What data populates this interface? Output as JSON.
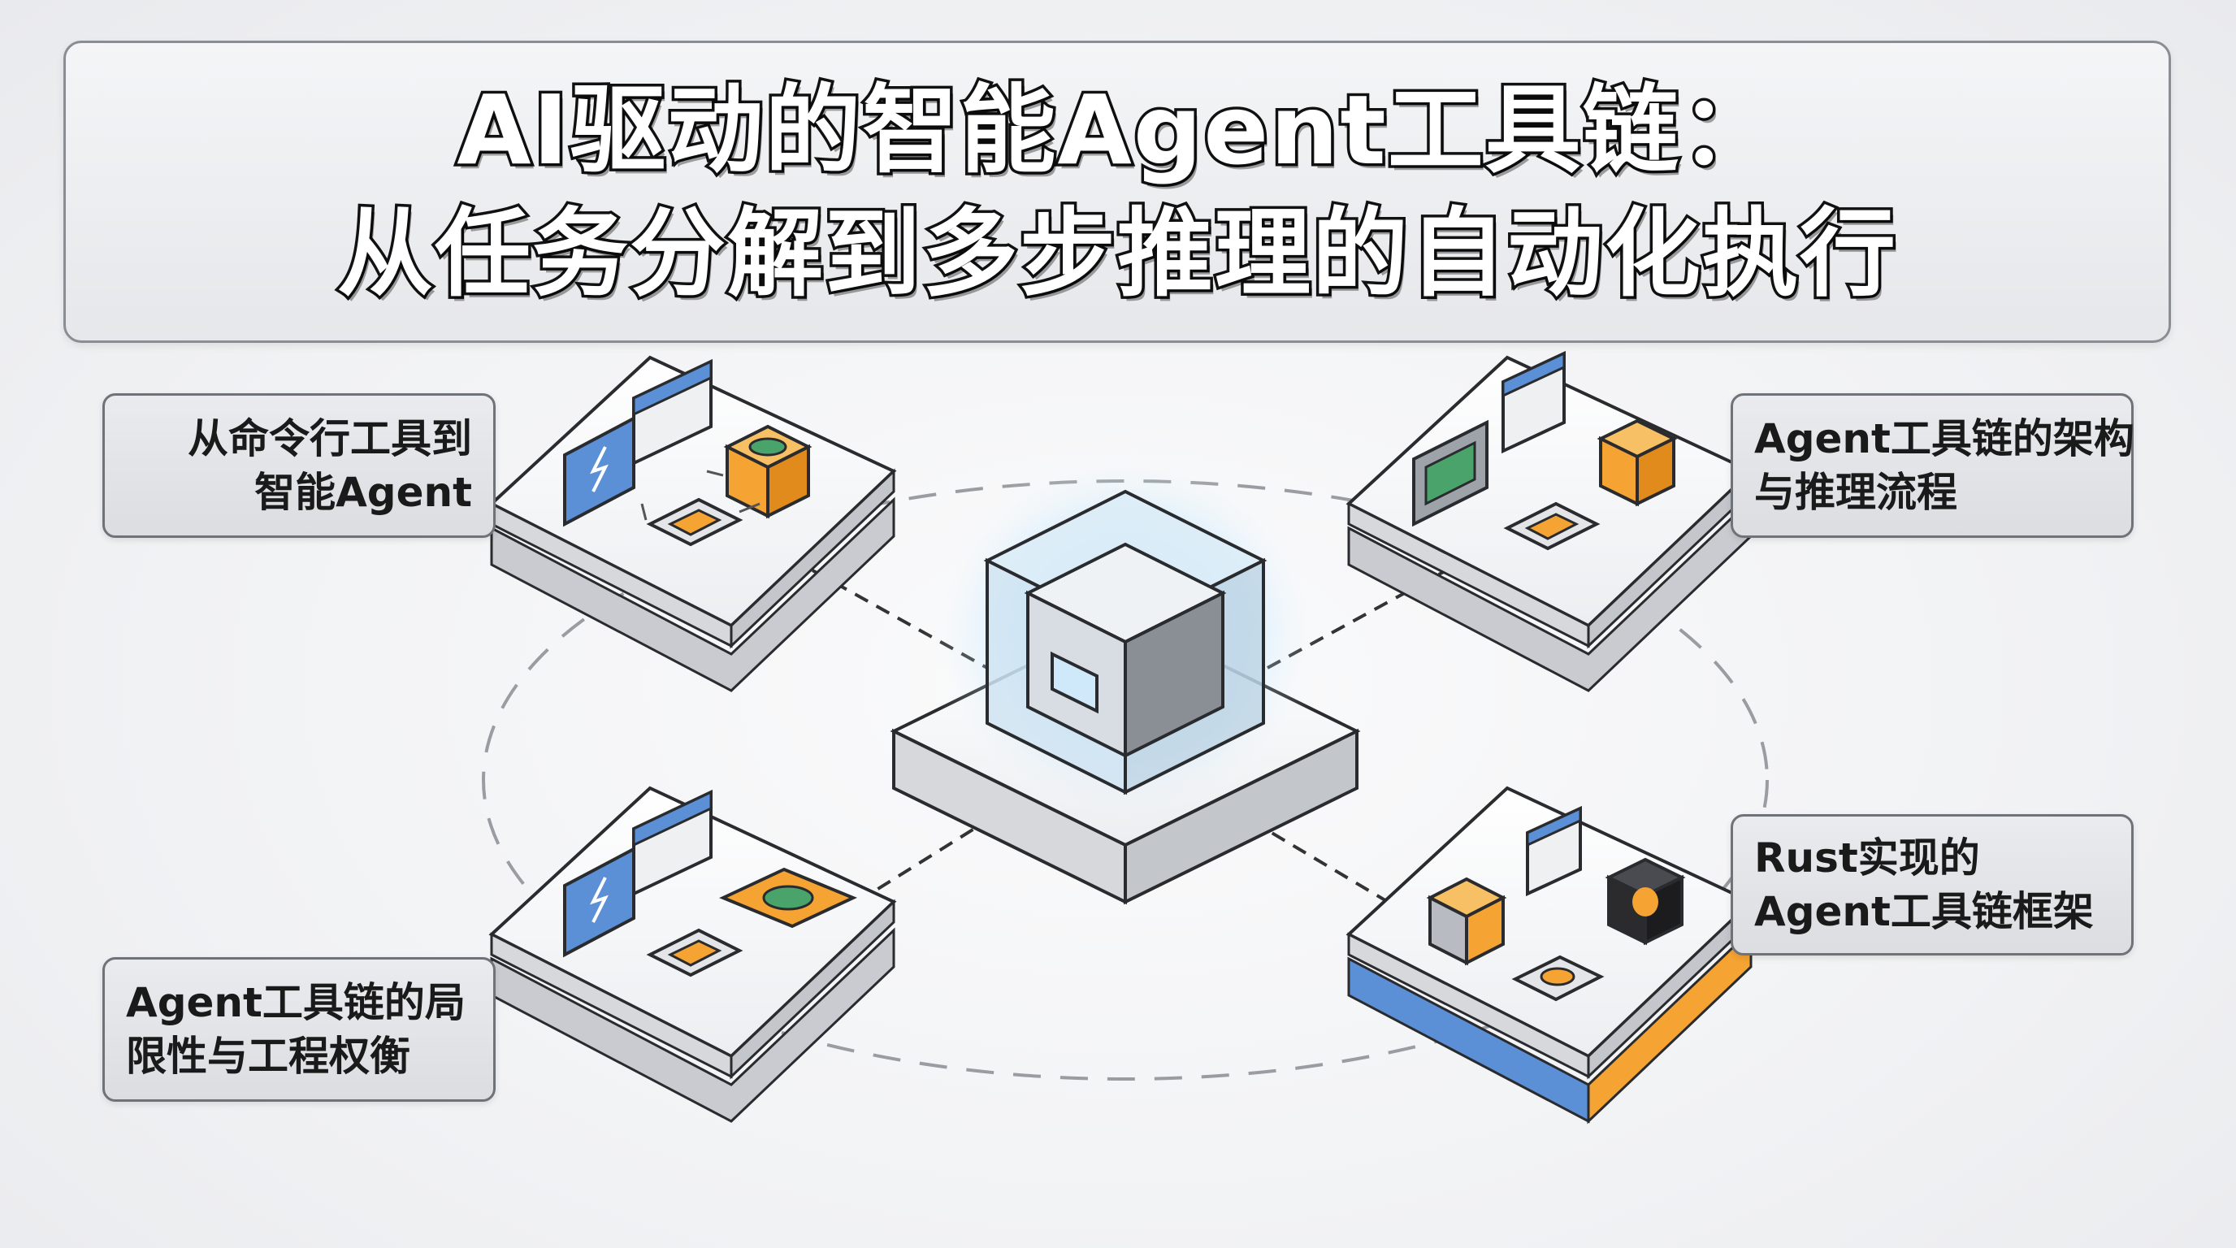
{
  "title": {
    "line1": "AI驱动的智能Agent工具链：",
    "line2": "从任务分解到多步推理的自动化执行"
  },
  "modules": [
    {
      "id": "top-left",
      "lines": [
        "从命令行工具到",
        "智能Agent"
      ]
    },
    {
      "id": "top-right",
      "lines": [
        "Agent工具链的架构",
        "与推理流程"
      ]
    },
    {
      "id": "bottom-left",
      "lines": [
        "Agent工具链的局",
        "限性与工程权衡"
      ]
    },
    {
      "id": "bottom-right",
      "lines": [
        "Rust实现的",
        "Agent工具链框架"
      ]
    }
  ],
  "colors": {
    "accent_blue": "#5b8fd6",
    "accent_orange": "#f5a332",
    "accent_green": "#4aa36b",
    "glow_cyan": "#7fd3ff",
    "dark_cube": "#2b2b2e",
    "platform_top": "#f6f7f8",
    "platform_side": "#c9cbd0",
    "outline": "#2a2b2e"
  },
  "icons": {
    "central": "glowing-core-cube-icon",
    "browser": "browser-window-icon",
    "lightning": "lightning-tile-icon",
    "box": "orange-cube-icon",
    "tool": "tool-tray-icon"
  }
}
